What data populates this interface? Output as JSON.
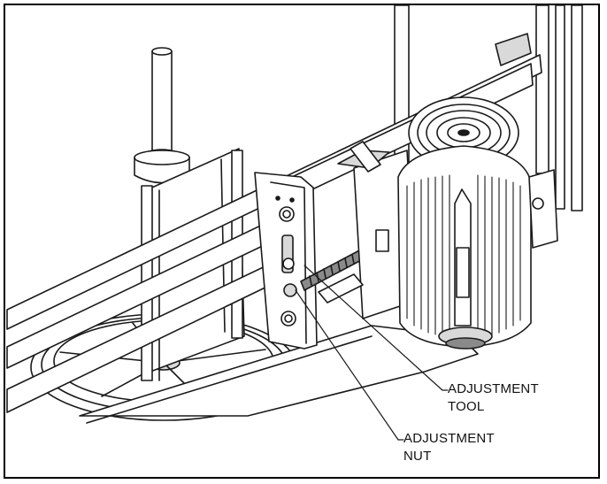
{
  "figure": {
    "colors": {
      "line": "#1a1a1a",
      "fill": "#ffffff",
      "shade": "#d9d9d9",
      "dark": "#8a8a8a"
    },
    "callouts": [
      {
        "id": "adjustment-tool",
        "line1": "ADJUSTMENT",
        "line2": "TOOL"
      },
      {
        "id": "adjustment-nut",
        "line1": "ADJUSTMENT",
        "line2": "NUT"
      }
    ]
  }
}
